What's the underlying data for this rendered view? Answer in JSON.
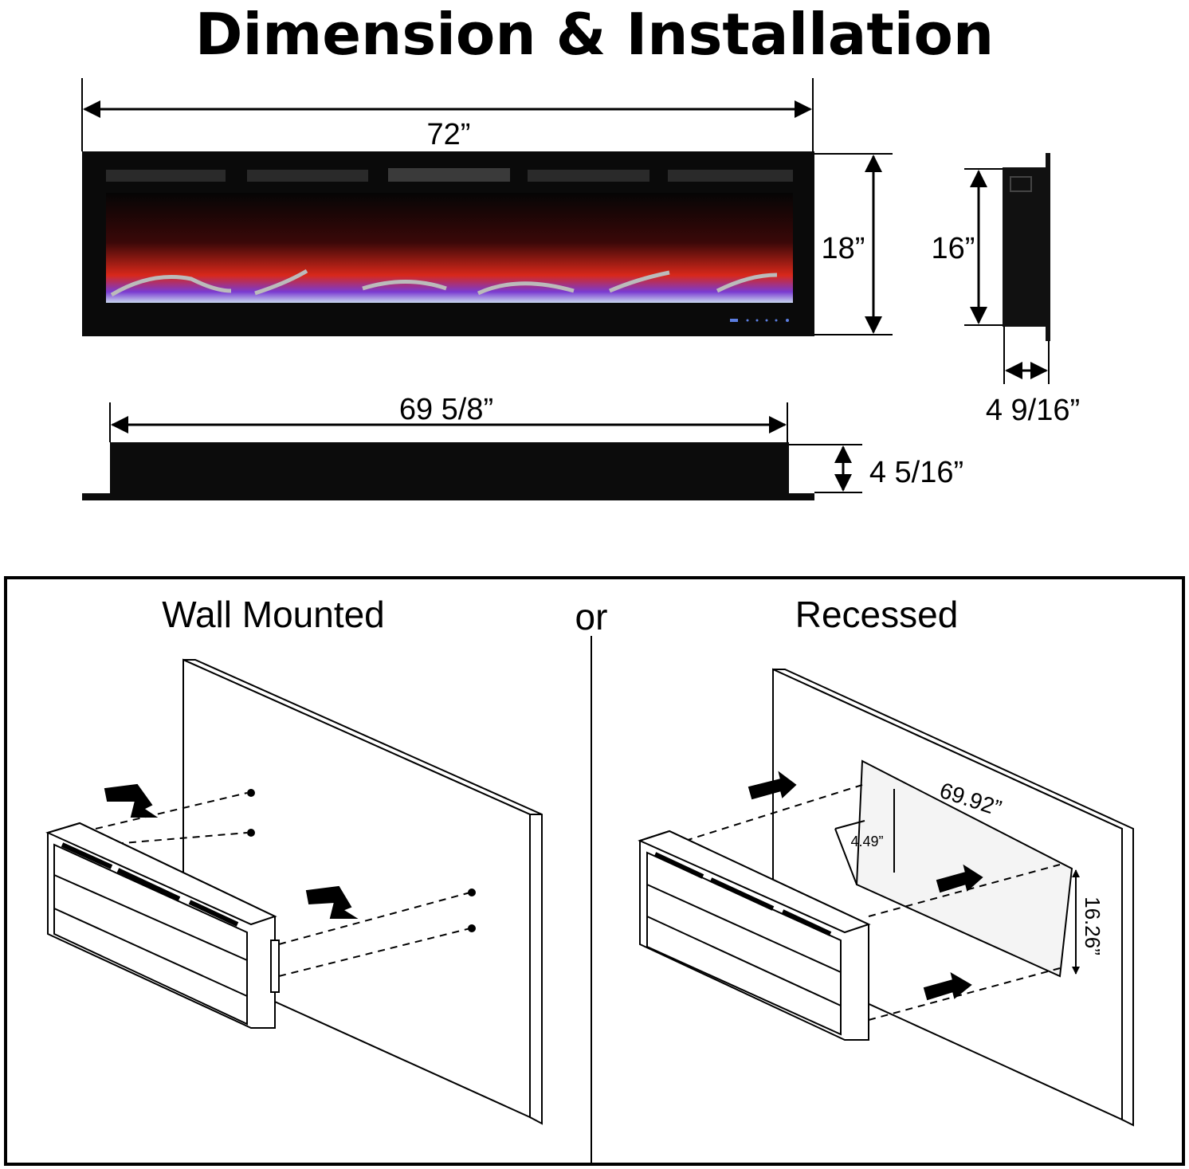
{
  "title": "Dimension & Installation",
  "dimensions": {
    "front_width": "72”",
    "front_height": "18”",
    "side_height": "16”",
    "side_depth": "4 9/16”",
    "top_width": "69 5/8”",
    "top_depth": "4 5/16”"
  },
  "installation": {
    "wall_mounted_label": "Wall Mounted",
    "or_label": "or",
    "recessed_label": "Recessed",
    "recess_width": "69.92”",
    "recess_depth": "4.49”",
    "recess_height": "16.26”"
  },
  "colors": {
    "flame_red": "#d8281a",
    "flame_purple": "#7a3ad0",
    "body": "#0a0a0a"
  }
}
